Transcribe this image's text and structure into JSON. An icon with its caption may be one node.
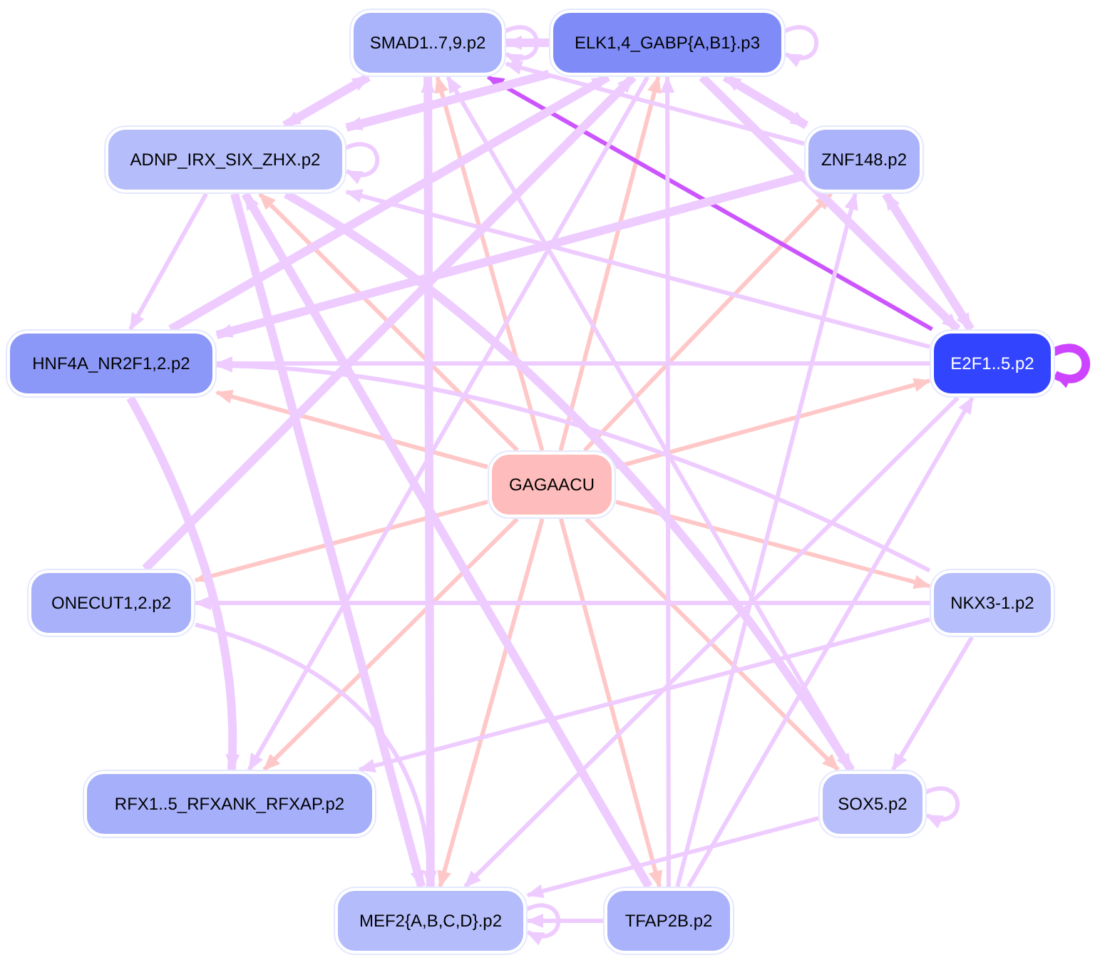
{
  "diagram": {
    "nodes": [
      {
        "text": [
          "SMAD1..7,9.p2"
        ]
      },
      {
        "text": [
          "ELK1,4_GABP{A,B1}.p3"
        ]
      },
      {
        "text": [
          "ADNP_IRX_SIX_ZHX.p2"
        ]
      },
      {
        "text": [
          "ZNF148.p2"
        ]
      },
      {
        "text": [
          "HNF4A_NR2F1,2.p2"
        ]
      },
      {
        "text": [
          "E2F1..5.p2"
        ]
      },
      {
        "text": [
          "GAGAACU"
        ]
      },
      {
        "text": [
          "ONECUT1,2.p2"
        ]
      },
      {
        "text": [
          "NKX3-1.p2"
        ]
      },
      {
        "text": [
          "RFX1..5_RFXANK_RFXAP.p2"
        ]
      },
      {
        "text": [
          "SOX5.p2"
        ]
      },
      {
        "text": [
          "MEF2{A,B,C,D}.p2"
        ]
      },
      {
        "text": [
          "TFAP2B.p2"
        ]
      }
    ],
    "edges": [
      {
        "from": 6,
        "to": 0,
        "arrow": "to",
        "color": "#ffc8c8"
      },
      {
        "from": 6,
        "to": 1,
        "arrow": "to",
        "color": "#ffc8c8"
      },
      {
        "from": 6,
        "to": 2,
        "arrow": "to",
        "color": "#ffc8c8"
      },
      {
        "from": 6,
        "to": 3,
        "arrow": "to",
        "color": "#ffc8c8"
      },
      {
        "from": 6,
        "to": 4,
        "arrow": "to",
        "color": "#ffc8c8"
      },
      {
        "from": 6,
        "to": 5,
        "arrow": "to",
        "color": "#ffc8c8"
      },
      {
        "from": 6,
        "to": 7,
        "arrow": "to",
        "color": "#ffc8c8"
      },
      {
        "from": 6,
        "to": 8,
        "arrow": "to",
        "color": "#ffc8c8"
      },
      {
        "from": 6,
        "to": 9,
        "arrow": "to",
        "color": "#ffc8c8"
      },
      {
        "from": 6,
        "to": 10,
        "arrow": "to",
        "color": "#ffc8c8"
      },
      {
        "from": 6,
        "to": 11,
        "arrow": "to",
        "color": "#ffc8c8"
      },
      {
        "from": 6,
        "to": 12,
        "arrow": "to",
        "color": "#ffc8c8"
      },
      {
        "from": 5,
        "to": 0,
        "arrow": "to",
        "color": "#cc55ff"
      },
      {
        "from": 5,
        "to": 5,
        "arrow": "to",
        "color": "#cc44ff",
        "style": "thick"
      },
      {
        "from": 0,
        "to": 0,
        "arrow": "to"
      },
      {
        "from": 1,
        "to": 1,
        "arrow": "to"
      },
      {
        "from": 2,
        "to": 2,
        "arrow": "to"
      },
      {
        "from": 10,
        "to": 10,
        "arrow": "to"
      },
      {
        "from": 11,
        "to": 11,
        "arrow": "to"
      },
      {
        "from": 1,
        "to": 0,
        "arrow": "to",
        "style": "thick"
      },
      {
        "from": 0,
        "to": 2,
        "arrow": "both",
        "style": "thick"
      },
      {
        "from": 1,
        "to": 2,
        "arrow": "to",
        "style": "thick"
      },
      {
        "from": 1,
        "to": 3,
        "arrow": "both",
        "style": "thick"
      },
      {
        "from": 3,
        "to": 5,
        "arrow": "both",
        "style": "thick"
      },
      {
        "from": 1,
        "to": 5,
        "arrow": "to",
        "style": "thick"
      },
      {
        "from": 3,
        "to": 0,
        "arrow": "to"
      },
      {
        "from": 3,
        "to": 4,
        "arrow": "to",
        "style": "thick"
      },
      {
        "from": 2,
        "to": 4,
        "arrow": "to"
      },
      {
        "from": 5,
        "to": 4,
        "arrow": "to"
      },
      {
        "from": 5,
        "to": 2,
        "arrow": "to"
      },
      {
        "from": 11,
        "to": 0,
        "arrow": "to",
        "style": "thick"
      },
      {
        "from": 12,
        "to": 1,
        "arrow": "to"
      },
      {
        "from": 2,
        "to": 11,
        "arrow": "to",
        "style": "thick"
      },
      {
        "from": 12,
        "to": 2,
        "arrow": "to",
        "style": "thick"
      },
      {
        "from": 2,
        "to": 10,
        "arrow": "to",
        "style": "thick"
      },
      {
        "from": 4,
        "to": 9,
        "arrow": "to",
        "style": "thick"
      },
      {
        "from": 7,
        "to": 1,
        "arrow": "to",
        "style": "thick"
      },
      {
        "from": 7,
        "to": 11,
        "arrow": "to"
      },
      {
        "from": 8,
        "to": 7,
        "arrow": "to"
      },
      {
        "from": 8,
        "to": 9,
        "arrow": "to"
      },
      {
        "from": 8,
        "to": 10,
        "arrow": "to"
      },
      {
        "from": 8,
        "to": 4,
        "arrow": "to"
      },
      {
        "from": 10,
        "to": 11,
        "arrow": "to"
      },
      {
        "from": 10,
        "to": 0,
        "arrow": "to"
      },
      {
        "from": 12,
        "to": 3,
        "arrow": "to"
      },
      {
        "from": 12,
        "to": 11,
        "arrow": "to"
      },
      {
        "from": 5,
        "to": 11,
        "arrow": "to"
      },
      {
        "from": 1,
        "to": 9,
        "arrow": "to"
      },
      {
        "from": 4,
        "to": 1,
        "arrow": "to",
        "style": "thick"
      },
      {
        "from": 12,
        "to": 5,
        "arrow": "to"
      }
    ]
  }
}
